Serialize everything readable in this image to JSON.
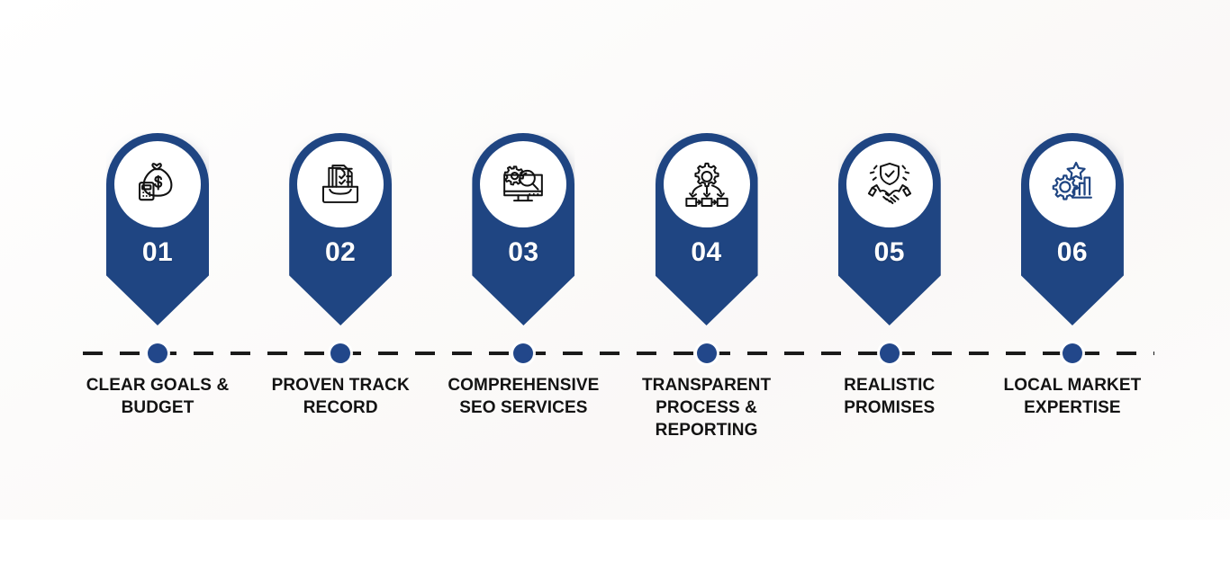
{
  "graphic": {
    "type": "numbered-timeline-infographic",
    "accent_color": "#1f4582",
    "dot_color": "#22478a",
    "dash_color": "#1a1a1a",
    "label_color": "#131313",
    "background": "#fbfaf9"
  },
  "steps": [
    {
      "number": "01",
      "label": "CLEAR GOALS & BUDGET",
      "icon": "money-bag-calculator-icon",
      "icon_color": "#111111"
    },
    {
      "number": "02",
      "label": "PROVEN TRACK RECORD",
      "icon": "document-checklist-tray-icon",
      "icon_color": "#111111"
    },
    {
      "number": "03",
      "label": "COMPREHENSIVE SEO SERVICES",
      "icon": "monitor-gear-magnifier-icon",
      "icon_color": "#111111"
    },
    {
      "number": "04",
      "label": "TRANSPARENT PROCESS & REPORTING",
      "icon": "gear-workflow-diagram-icon",
      "icon_color": "#111111"
    },
    {
      "number": "05",
      "label": "REALISTIC PROMISES",
      "icon": "handshake-shield-check-icon",
      "icon_color": "#111111"
    },
    {
      "number": "06",
      "label": "LOCAL MARKET EXPERTISE",
      "icon": "gear-star-bar-chart-icon",
      "icon_color": "#1f4582"
    }
  ]
}
